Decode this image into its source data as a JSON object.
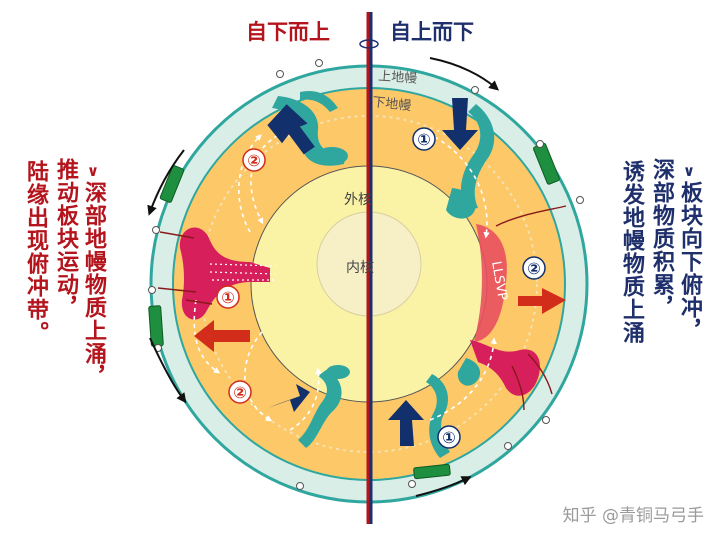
{
  "titles": {
    "left": "自下而上",
    "right": "自上而下"
  },
  "layers": {
    "upper_mantle": "上地幔",
    "lower_mantle": "下地幔",
    "outer_core": "外核",
    "inner_core": "内核",
    "llsvp": "LLSVP"
  },
  "markers": {
    "one": "①",
    "two": "②"
  },
  "side_text": {
    "left_col1": "深部地幔物质上涌，",
    "left_col2": "推动板块运动，",
    "left_col3": "陆缘出现俯冲带。",
    "right_col1": "板块向下俯冲，",
    "right_col2": "深部物质积累，",
    "right_col3": "诱发地幔物质上涌"
  },
  "bullet": "∨",
  "watermark": "知乎 @青铜马弓手",
  "colors": {
    "mantle": "#fdc868",
    "outer_core": "#faf3a6",
    "inner_core": "#f7f0c6",
    "crust": "#d9eee7",
    "slab": "#2fa79f",
    "plume": "#d71f5b",
    "arrow_navy": "#12306b",
    "arrow_red": "#d22c1a",
    "continent": "#1e8f3e",
    "divider_red": "#b4151d",
    "divider_navy": "#1f2f6b"
  }
}
